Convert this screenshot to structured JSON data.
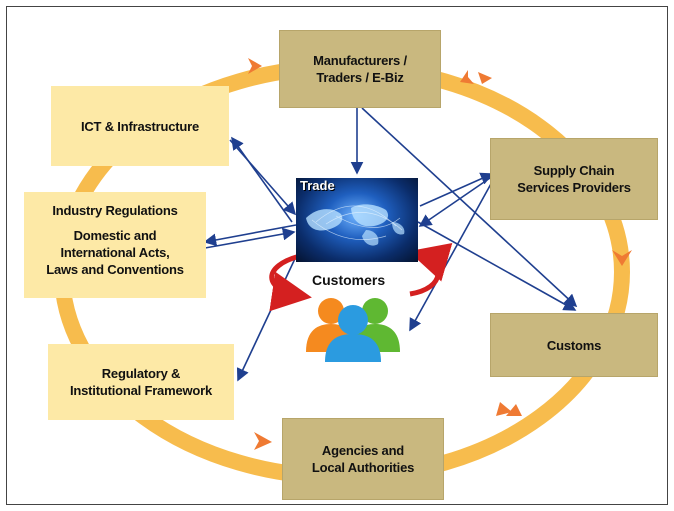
{
  "diagram": {
    "nodes": {
      "manufacturers": [
        "Manufacturers /",
        "Traders / E-Biz"
      ],
      "ict": "ICT & Infrastructure",
      "supply_chain": [
        "Supply Chain",
        "Services Providers"
      ],
      "industry": {
        "heading": "Industry Regulations",
        "lines": [
          "Domestic and",
          "International Acts,",
          "Laws and Conventions"
        ]
      },
      "customs": "Customs",
      "regulatory": [
        "Regulatory &",
        "Institutional Framework"
      ],
      "agencies": [
        "Agencies and",
        "Local Authorities"
      ]
    },
    "center": {
      "trade": "Trade",
      "customers": "Customers"
    },
    "colors": {
      "ring": "#f6b53a",
      "arrow_orange": "#ef7a33",
      "connector": "#1f3f8f",
      "cycle_red": "#d42020",
      "cream_box": "#fde9a6",
      "khaki_box": "#c9b87f"
    }
  }
}
